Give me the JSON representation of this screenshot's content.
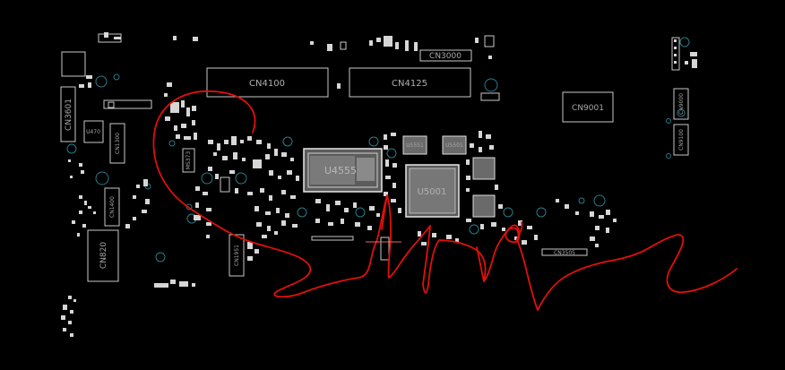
{
  "board": {
    "background": "#000000",
    "silkscreen_color": "#c8c8c8",
    "via_color": "#2a7b8a",
    "annotation_color": "#e0100c"
  },
  "labels": {
    "cn3000": "CN3000",
    "cn4100": "CN4100",
    "cn4125": "CN4125",
    "cn9001": "CN9001",
    "cn3601": "CN3601",
    "u470": "U470",
    "cn1300": "CN1300",
    "u4555": "U4555",
    "u5001": "U5001",
    "cn1400": "CN1400",
    "cn820": "CN820",
    "cn1951": "CN1951",
    "cn3505": "CN3505",
    "cn9000": "CN9000",
    "cn9100": "CN9100",
    "u5551": "U5551",
    "u5501": "U5501",
    "ms373": "MS373"
  }
}
